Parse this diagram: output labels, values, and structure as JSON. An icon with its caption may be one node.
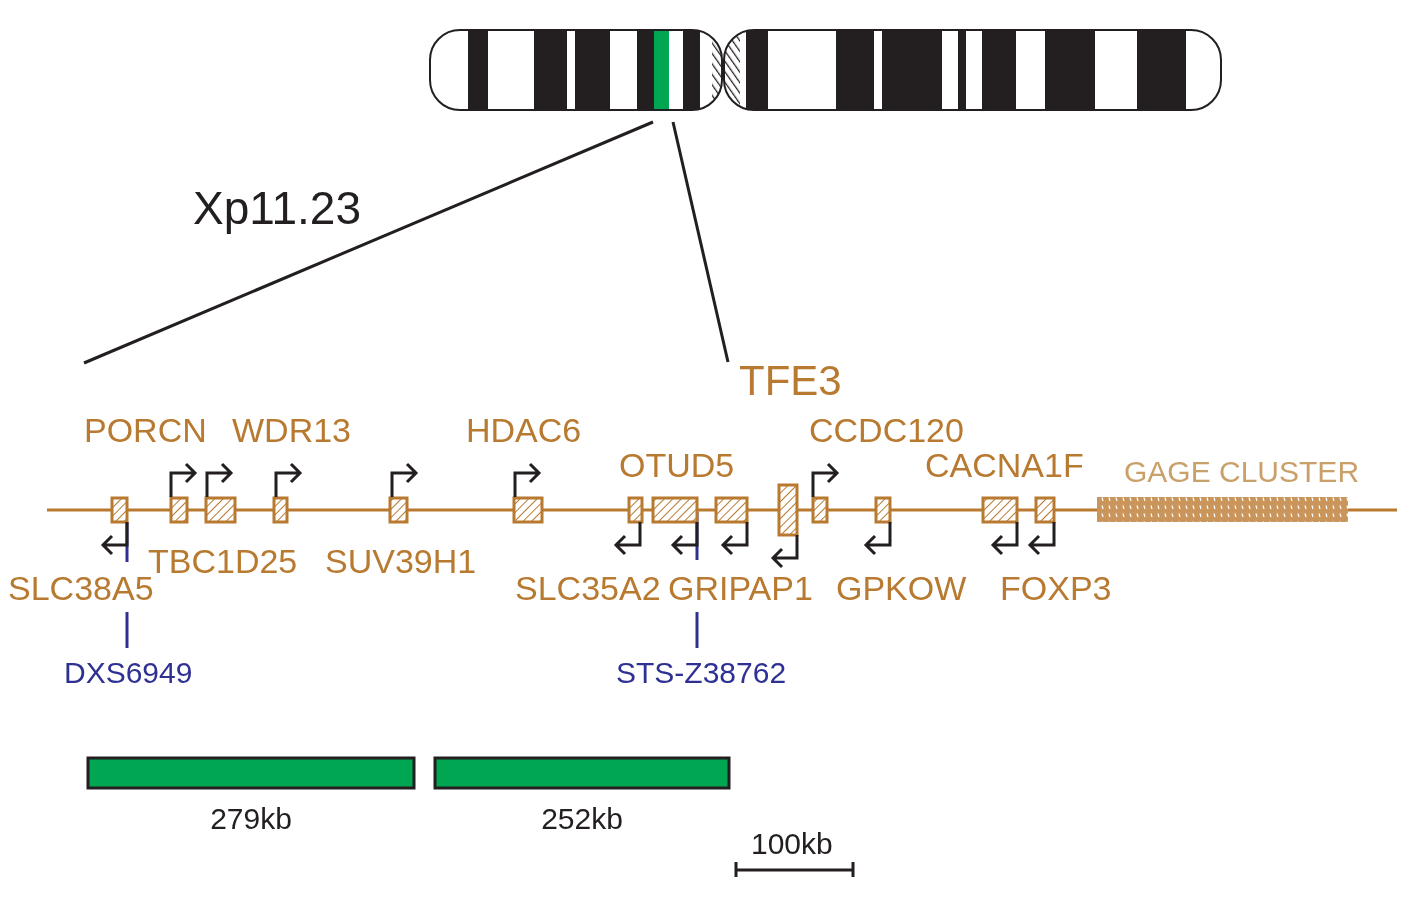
{
  "diagram": {
    "nodes": [
      {
        "text": [],
        "shape": "bar",
        "beside": [
          "279kb"
        ]
      },
      {
        "text": [],
        "shape": "bar",
        "beside": [
          "252kb"
        ]
      }
    ],
    "labels": [
      "Xp11.23",
      "TFE3",
      "PORCN",
      "WDR13",
      "HDAC6",
      "CCDC120",
      "OTUD5",
      "CACNA1F",
      "GAGE CLUSTER",
      "TBC1D25",
      "SUV39H1",
      "SLC38A5",
      "SLC35A2",
      "GRIPAP1",
      "GPKOW",
      "FOXP3",
      "DXS6949",
      "STS-Z38762",
      "100kb"
    ]
  }
}
